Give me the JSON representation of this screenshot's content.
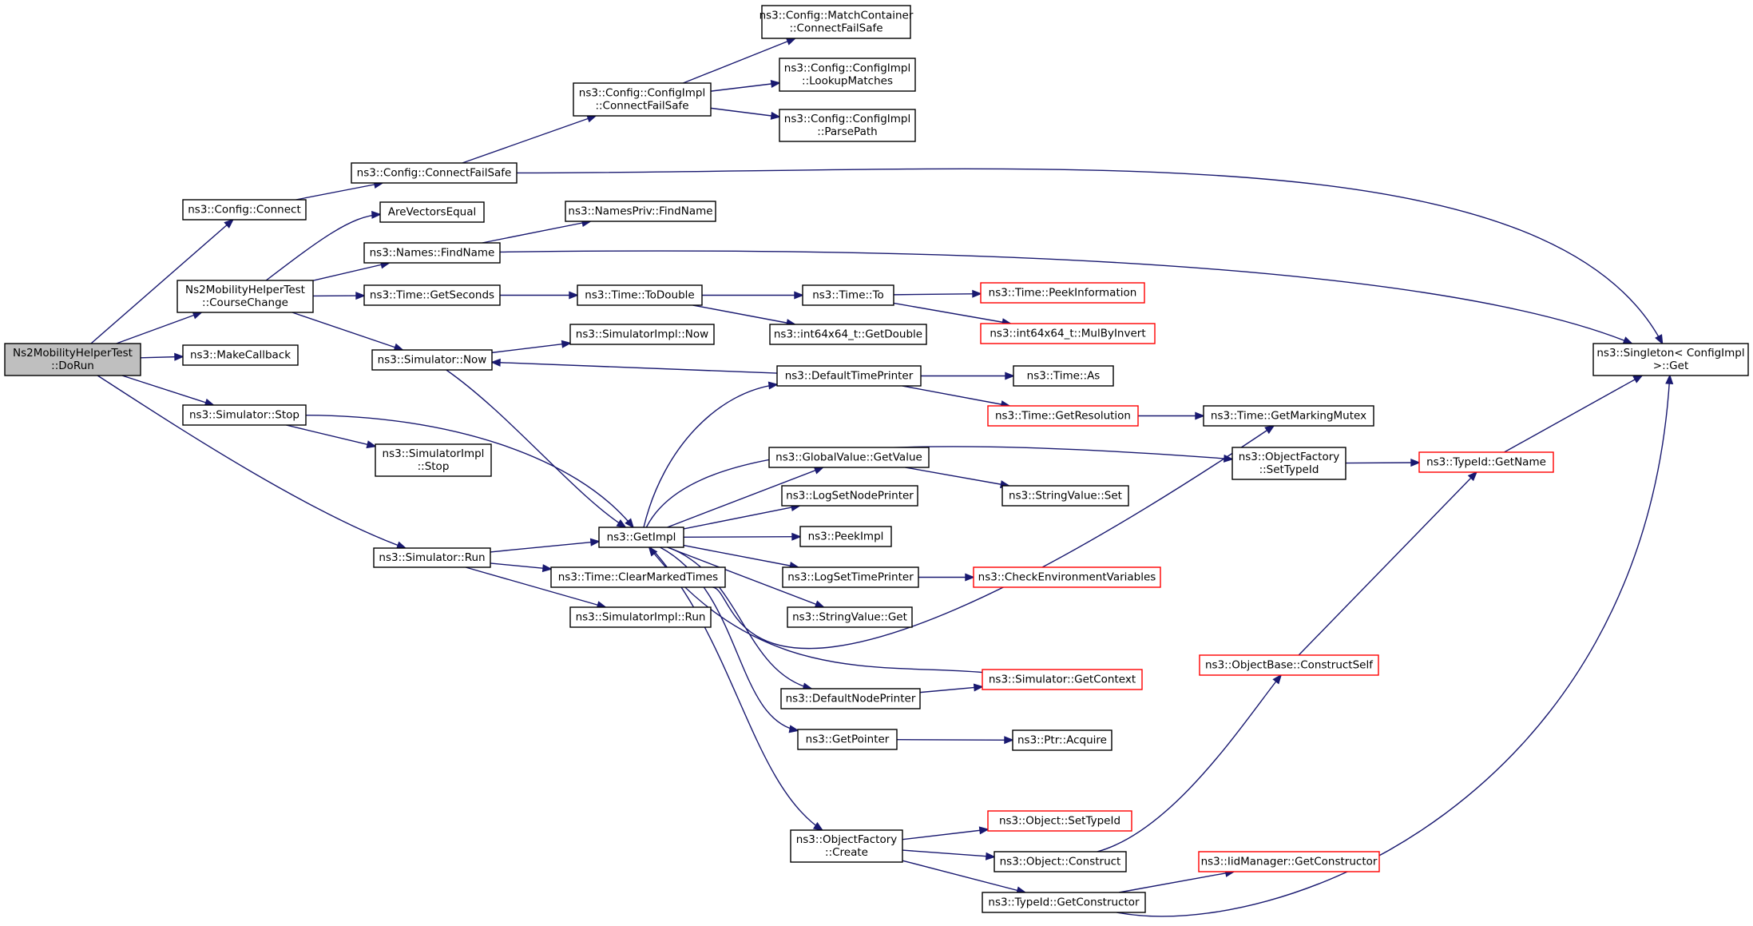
{
  "nodes": [
    {
      "id": "doRun",
      "lines": [
        "Ns2MobilityHelperTest",
        "::DoRun"
      ],
      "root": true
    },
    {
      "id": "cfgConnect",
      "lines": [
        "ns3::Config::Connect"
      ]
    },
    {
      "id": "courseChange",
      "lines": [
        "Ns2MobilityHelperTest",
        "::CourseChange"
      ]
    },
    {
      "id": "makeCallback",
      "lines": [
        "ns3::MakeCallback"
      ]
    },
    {
      "id": "simStop",
      "lines": [
        "ns3::Simulator::Stop"
      ]
    },
    {
      "id": "simRun",
      "lines": [
        "ns3::Simulator::Run"
      ]
    },
    {
      "id": "cfgConnectFailSafe",
      "lines": [
        "ns3::Config::ConnectFailSafe"
      ]
    },
    {
      "id": "areVectorsEqual",
      "lines": [
        "AreVectorsEqual"
      ]
    },
    {
      "id": "namesFindName",
      "lines": [
        "ns3::Names::FindName"
      ]
    },
    {
      "id": "timeGetSeconds",
      "lines": [
        "ns3::Time::GetSeconds"
      ]
    },
    {
      "id": "simNow",
      "lines": [
        "ns3::Simulator::Now"
      ]
    },
    {
      "id": "simImplStop",
      "lines": [
        "ns3::SimulatorImpl",
        "::Stop"
      ]
    },
    {
      "id": "getImpl",
      "lines": [
        "ns3::GetImpl"
      ]
    },
    {
      "id": "clearMarkedTimes",
      "lines": [
        "ns3::Time::ClearMarkedTimes"
      ]
    },
    {
      "id": "simImplRun",
      "lines": [
        "ns3::SimulatorImpl::Run"
      ]
    },
    {
      "id": "cfgImplConnectFailSafe",
      "lines": [
        "ns3::Config::ConfigImpl",
        "::ConnectFailSafe"
      ]
    },
    {
      "id": "namesPrivFindName",
      "lines": [
        "ns3::NamesPriv::FindName"
      ]
    },
    {
      "id": "timeToDouble",
      "lines": [
        "ns3::Time::ToDouble"
      ]
    },
    {
      "id": "simImplNow",
      "lines": [
        "ns3::SimulatorImpl::Now"
      ]
    },
    {
      "id": "matchContainer",
      "lines": [
        "ns3::Config::MatchContainer",
        "::ConnectFailSafe"
      ]
    },
    {
      "id": "lookupMatches",
      "lines": [
        "ns3::Config::ConfigImpl",
        "::LookupMatches"
      ]
    },
    {
      "id": "parsePath",
      "lines": [
        "ns3::Config::ConfigImpl",
        "::ParsePath"
      ]
    },
    {
      "id": "timeTo",
      "lines": [
        "ns3::Time::To"
      ]
    },
    {
      "id": "int64GetDouble",
      "lines": [
        "ns3::int64x64_t::GetDouble"
      ]
    },
    {
      "id": "defaultTimePrinter",
      "lines": [
        "ns3::DefaultTimePrinter"
      ]
    },
    {
      "id": "globalValueGetValue",
      "lines": [
        "ns3::GlobalValue::GetValue"
      ]
    },
    {
      "id": "logSetNodePrinter",
      "lines": [
        "ns3::LogSetNodePrinter"
      ]
    },
    {
      "id": "peekImpl",
      "lines": [
        "ns3::PeekImpl"
      ]
    },
    {
      "id": "logSetTimePrinter",
      "lines": [
        "ns3::LogSetTimePrinter"
      ]
    },
    {
      "id": "stringValueGet",
      "lines": [
        "ns3::StringValue::Get"
      ]
    },
    {
      "id": "defaultNodePrinter",
      "lines": [
        "ns3::DefaultNodePrinter"
      ]
    },
    {
      "id": "getPointer",
      "lines": [
        "ns3::GetPointer"
      ]
    },
    {
      "id": "objFactoryCreate",
      "lines": [
        "ns3::ObjectFactory",
        "::Create"
      ]
    },
    {
      "id": "peekInformation",
      "lines": [
        "ns3::Time::PeekInformation"
      ],
      "red": true
    },
    {
      "id": "mulByInvert",
      "lines": [
        "ns3::int64x64_t::MulByInvert"
      ],
      "red": true
    },
    {
      "id": "timeAs",
      "lines": [
        "ns3::Time::As"
      ]
    },
    {
      "id": "timeGetResolution",
      "lines": [
        "ns3::Time::GetResolution"
      ],
      "red": true
    },
    {
      "id": "stringValueSet",
      "lines": [
        "ns3::StringValue::Set"
      ]
    },
    {
      "id": "checkEnv",
      "lines": [
        "ns3::CheckEnvironmentVariables"
      ],
      "red": true
    },
    {
      "id": "simGetContext",
      "lines": [
        "ns3::Simulator::GetContext"
      ],
      "red": true
    },
    {
      "id": "ptrAcquire",
      "lines": [
        "ns3::Ptr::Acquire"
      ]
    },
    {
      "id": "objSetTypeId",
      "lines": [
        "ns3::Object::SetTypeId"
      ],
      "red": true
    },
    {
      "id": "objConstruct",
      "lines": [
        "ns3::Object::Construct"
      ]
    },
    {
      "id": "typeIdGetConstructor",
      "lines": [
        "ns3::TypeId::GetConstructor"
      ]
    },
    {
      "id": "getMarkingMutex",
      "lines": [
        "ns3::Time::GetMarkingMutex"
      ]
    },
    {
      "id": "objFactorySetTypeId",
      "lines": [
        "ns3::ObjectFactory",
        "::SetTypeId"
      ]
    },
    {
      "id": "objBaseConstructSelf",
      "lines": [
        "ns3::ObjectBase::ConstructSelf"
      ],
      "red": true
    },
    {
      "id": "iidGetConstructor",
      "lines": [
        "ns3::IidManager::GetConstructor"
      ],
      "red": true
    },
    {
      "id": "typeIdGetName",
      "lines": [
        "ns3::TypeId::GetName"
      ],
      "red": true
    },
    {
      "id": "singletonGet",
      "lines": [
        "ns3::Singleton< ConfigImpl",
        " >::Get"
      ]
    }
  ]
}
